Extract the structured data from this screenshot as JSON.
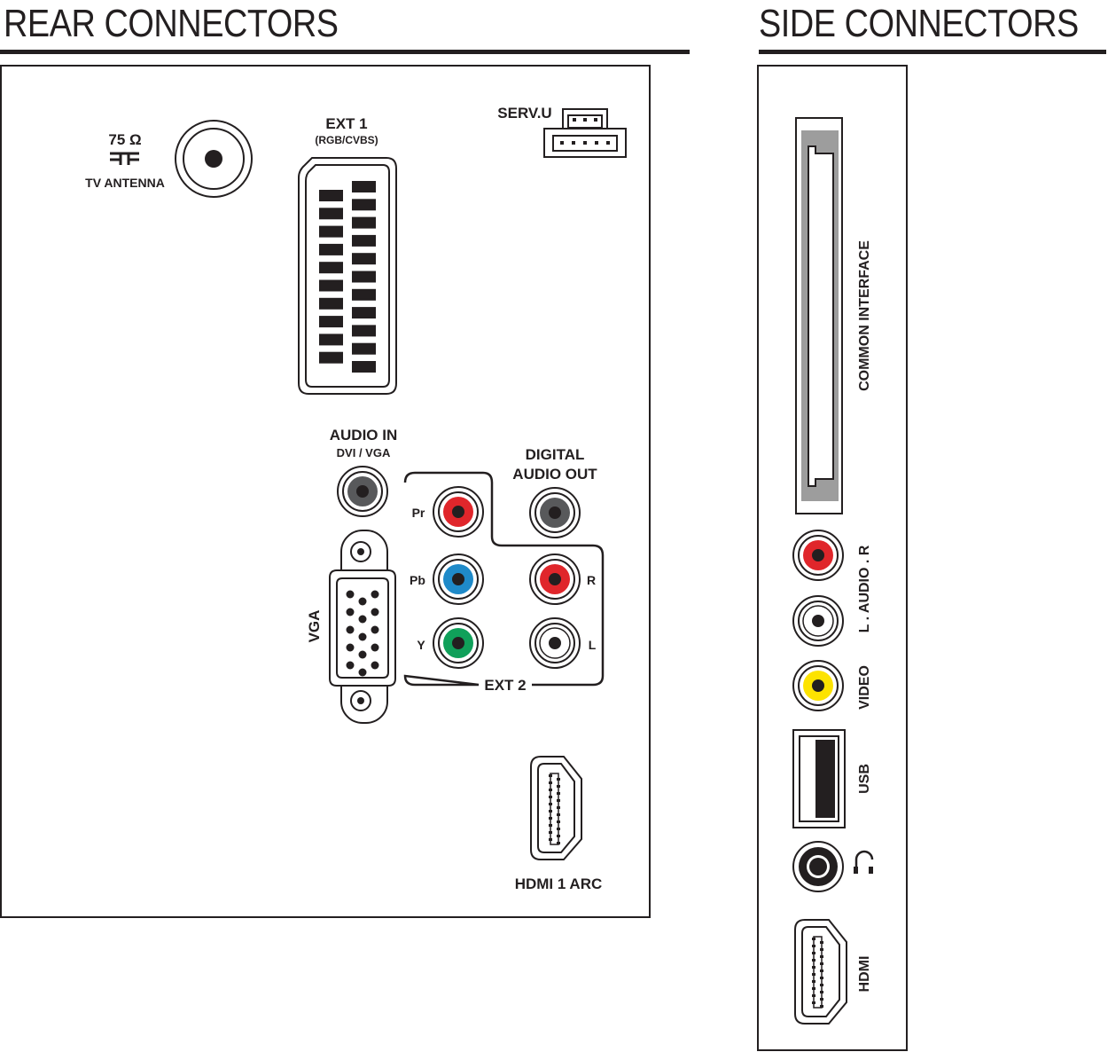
{
  "rear": {
    "heading": "REAR CONNECTORS",
    "antenna": {
      "ohm": "75 Ω",
      "label": "TV ANTENNA"
    },
    "ext1": {
      "label": "EXT 1",
      "sub": "(RGB/CVBS)"
    },
    "serv": {
      "label": "SERV.U"
    },
    "audio_in": {
      "label": "AUDIO IN",
      "sub": "DVI / VGA"
    },
    "digital_audio": {
      "line1": "DIGITAL",
      "line2": "AUDIO  OUT"
    },
    "vga": {
      "label": "VGA"
    },
    "ext2": {
      "label": "EXT 2",
      "pr": "Pr",
      "pb": "Pb",
      "y": "Y",
      "r": "R",
      "l": "L"
    },
    "hdmi": {
      "label": "HDMI 1 ARC"
    }
  },
  "side": {
    "heading": "SIDE CONNECTORS",
    "common_interface": "COMMON INTERFACE",
    "audio": "L . AUDIO . R",
    "video": "VIDEO",
    "usb": "USB",
    "headphone_icon": "headphone-icon",
    "hdmi": "HDMI"
  },
  "colors": {
    "red": "#e0262b",
    "blue": "#1f8ac9",
    "green": "#10a05a",
    "yellow": "#fde300",
    "dark": "#231f20",
    "grey_jack": "#58595b",
    "slot_grey": "#9d9d9d"
  }
}
